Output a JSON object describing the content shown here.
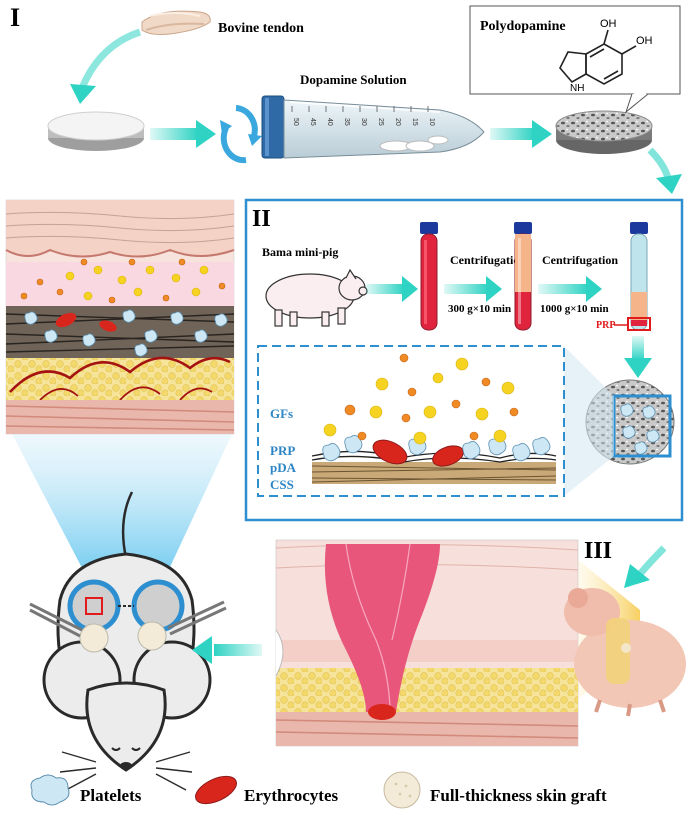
{
  "sections": {
    "s1": "I",
    "s2": "II",
    "s3": "III"
  },
  "labels": {
    "bovine_tendon": "Bovine tendon",
    "dopamine_solution": "Dopamine Solution",
    "polydopamine": "Polydopamine",
    "bama_pig": "Bama mini-pig",
    "centrifugation_1": "Centrifugation",
    "centrifugation_2": "Centrifugation",
    "speed_1": "300 g×10 min",
    "speed_2": "1000 g×10 min",
    "prp_marker": "PRP",
    "gfs": "GFs",
    "prp": "PRP",
    "pda": "pDA",
    "css": "CSS",
    "molecule_oh1": "OH",
    "molecule_oh2": "OH",
    "molecule_nh": "NH"
  },
  "tube_scale": [
    "50",
    "45",
    "40",
    "35",
    "30",
    "25",
    "20",
    "15",
    "10"
  ],
  "legend": {
    "platelets": "Platelets",
    "erythrocytes": "Erythrocytes",
    "skin_graft": "Full-thickness skin graft"
  },
  "colors": {
    "arrow_cyan": "#2fd3c3",
    "frame_blue": "#2e8fd0",
    "blood_red": "#e0243e",
    "plasma_peach": "#f6b48a",
    "plasma_blue": "#bfe4ec",
    "text_blue": "#2f86c6",
    "text_red": "#e11b1b"
  }
}
